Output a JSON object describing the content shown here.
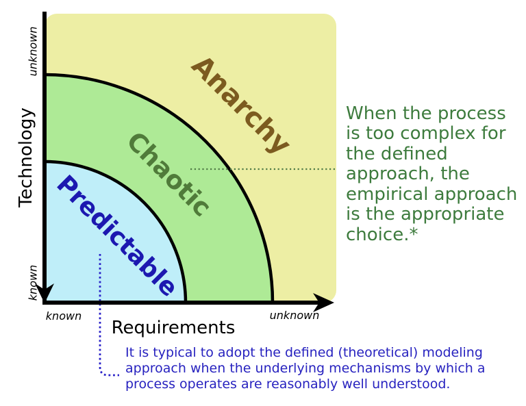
{
  "diagram": {
    "background": "#ffffff",
    "axis_color": "#000000",
    "y_axis": {
      "label": "Technology",
      "min_label": "known",
      "max_label": "unknown"
    },
    "x_axis": {
      "label": "Requirements",
      "min_label": "known",
      "max_label": "unknown"
    },
    "regions": [
      {
        "label": "Predictable",
        "fill": "#bfeef9",
        "label_color": "#1c18b0"
      },
      {
        "label": "Chaotic",
        "fill": "#aeea96",
        "label_color": "#507b3a"
      },
      {
        "label": "Anarchy",
        "fill": "#edeea4",
        "label_color": "#7c5b20"
      }
    ],
    "empirical_note": {
      "color": "#3d7b3d",
      "leader_color": "#507b46",
      "lines": [
        "When the process",
        "is too complex for",
        "the defined",
        "approach, the",
        "empirical approach",
        "is the appropriate",
        "choice.*"
      ]
    },
    "defined_note": {
      "color": "#2722bf",
      "leader_color": "#2a22c8",
      "lines": [
        "It is typical to adopt the defined (theoretical) modeling",
        "approach when the underlying mechanisms by which a",
        "process operates are reasonably well understood."
      ]
    }
  }
}
